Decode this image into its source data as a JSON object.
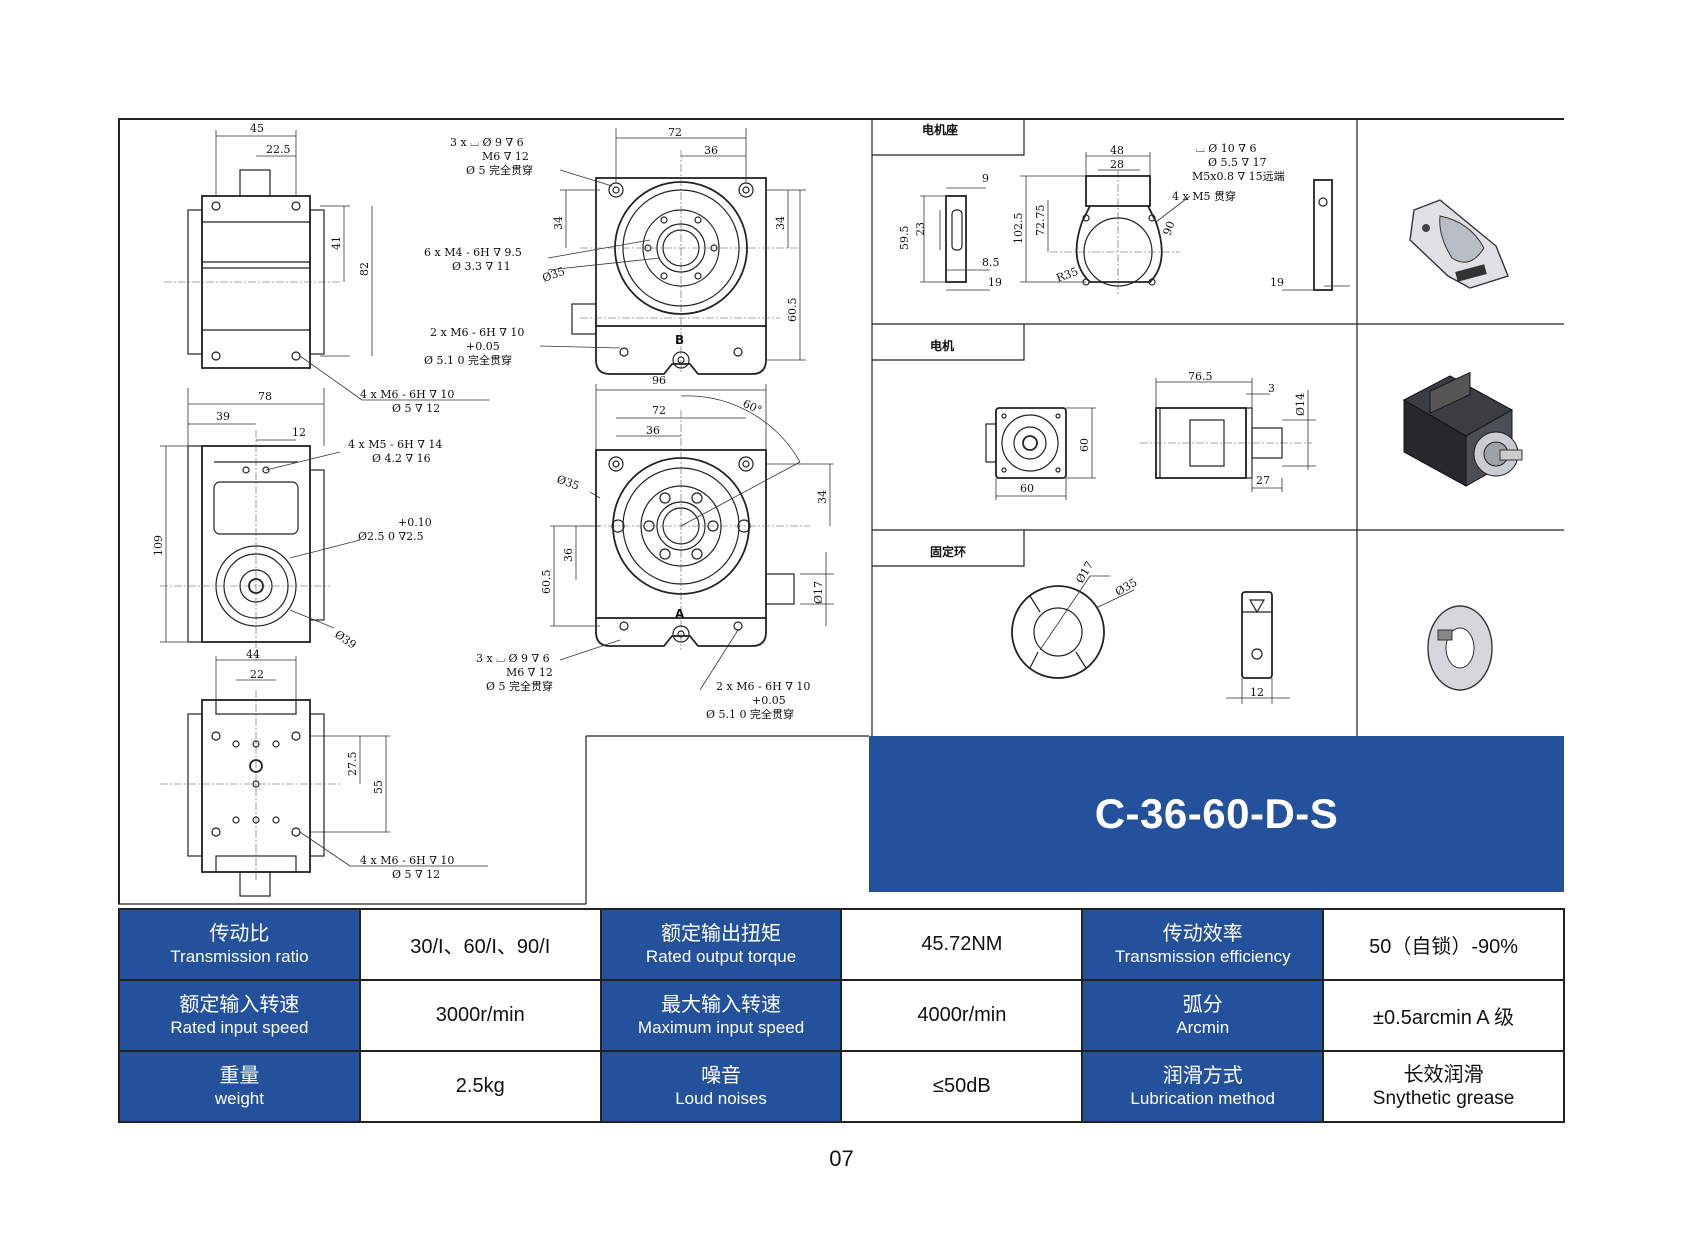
{
  "title": "C-36-60-D-S",
  "page_number": "07",
  "drawing_labels": {
    "motor_mount": "电机座",
    "motor": "电机",
    "fixing_ring": "固定环",
    "view_a": "A",
    "view_b": "B"
  },
  "dimensions": {
    "left_top": [
      "45",
      "22.5",
      "41",
      "82"
    ],
    "left_mid": [
      "78",
      "39",
      "12",
      "109"
    ],
    "left_bot": [
      "44",
      "22",
      "27.5",
      "55"
    ],
    "callout_4x_m6_10": "4 x  M6 - 6H ∇ 10",
    "callout_4x_m6_10_sub": "Ø 5 ∇ 12",
    "callout_4x_m5": "4 x  M5 - 6H ∇ 14",
    "callout_4x_m5_sub": "Ø 4.2 ∇ 16",
    "callout_tol": "+0.10",
    "callout_dia25": "Ø2.5  0   ∇2.5",
    "dia39": "Ø39",
    "b_top": [
      "72",
      "36",
      "34",
      "34",
      "60.5"
    ],
    "b_callout_3x": "3 x ⌴ Ø 9 ∇ 6",
    "b_callout_3x_m6": "M6 ∇ 12",
    "b_callout_3x_sub": "Ø 5 完全贯穿",
    "b_callout_6x": "6 x  M4 - 6H ∇ 9.5",
    "b_callout_6x_sub": "Ø 3.3 ∇ 11",
    "b_dia35": "Ø35",
    "b_callout_2x": "2 x  M6 - 6H ∇ 10",
    "b_callout_2x_tol": "+0.05",
    "b_callout_2x_sub": "Ø 5.1  0     完全贯穿",
    "a_dims": [
      "96",
      "72",
      "36",
      "60°",
      "34",
      "36",
      "60.5",
      "Ø17",
      "Ø35"
    ],
    "a_callout_3x": "3 x ⌴ Ø 9 ∇ 6",
    "a_callout_3x_m6": "M6 ∇ 12",
    "a_callout_3x_sub": "Ø 5  完全贯穿",
    "a_callout_2x": "2 x  M6 - 6H ∇ 10",
    "a_callout_2x_tol": "+0.05",
    "a_callout_2x_sub": "Ø 5.1  0      完全贯穿",
    "mount_dims": [
      "9",
      "59.5",
      "23",
      "8.5",
      "19",
      "48",
      "28",
      "102.5",
      "72.75",
      "R35",
      "90",
      "19"
    ],
    "mount_callout_1": "⌴ Ø 10 ∇ 6",
    "mount_callout_2": "Ø 5.5 ∇ 17",
    "mount_callout_3": "M5x0.8 ∇ 15远端",
    "mount_callout_4": "4 x M5 贯穿",
    "motor_dims": [
      "60",
      "60",
      "76.5",
      "3",
      "Ø14",
      "27"
    ],
    "ring_dims": [
      "Ø17",
      "Ø35",
      "12"
    ]
  },
  "specs": [
    [
      {
        "zh": "传动比",
        "en": "Transmission ratio",
        "value": "30/I、60/I、90/I"
      },
      {
        "zh": "额定输出扭矩",
        "en": "Rated output torque",
        "value": "45.72NM"
      },
      {
        "zh": "传动效率",
        "en": "Transmission efficiency",
        "value": "50（自锁）-90%"
      }
    ],
    [
      {
        "zh": "额定输入转速",
        "en": "Rated input speed",
        "value": "3000r/min"
      },
      {
        "zh": "最大输入转速",
        "en": "Maximum input speed",
        "value": "4000r/min"
      },
      {
        "zh": "弧分",
        "en": "Arcmin",
        "value": "±0.5arcmin A 级"
      }
    ],
    [
      {
        "zh": "重量",
        "en": "weight",
        "value": "2.5kg"
      },
      {
        "zh": "噪音",
        "en": "Loud noises",
        "value": "≤50dB"
      },
      {
        "zh": "润滑方式",
        "en": "Lubrication method",
        "value_zh": "长效润滑",
        "value_en": "Snythetic grease"
      }
    ]
  ],
  "colors": {
    "header_bg": "#24519b",
    "header_text": "#ffffff",
    "border": "#222222"
  }
}
